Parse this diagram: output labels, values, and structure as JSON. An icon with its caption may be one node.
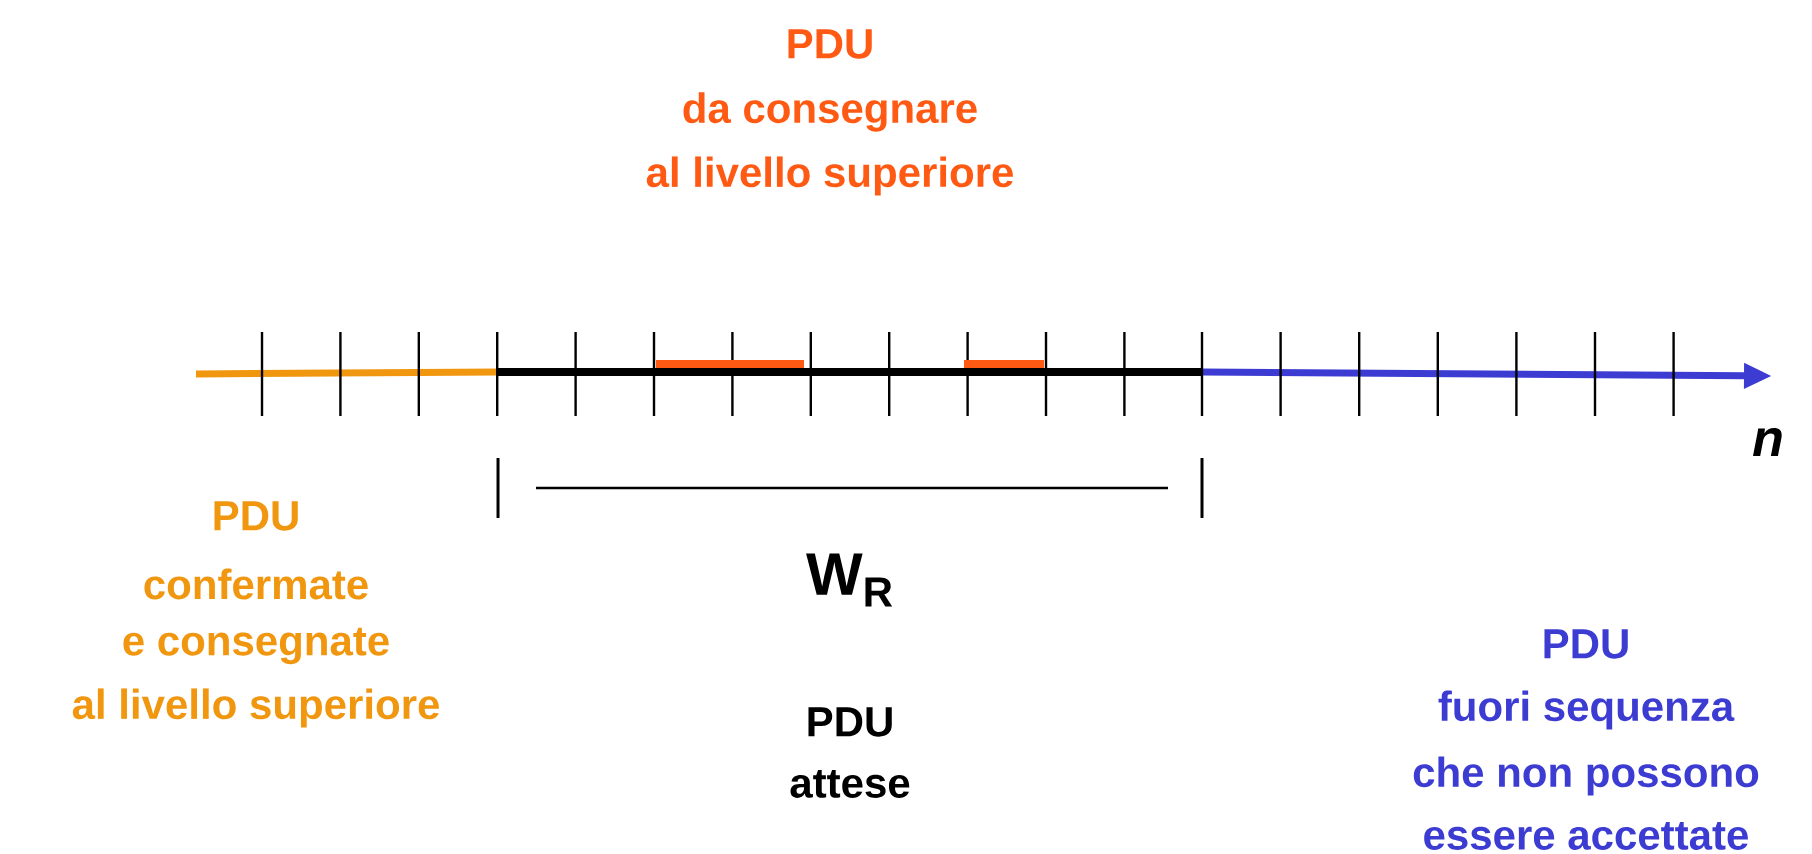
{
  "diagram": {
    "labels": [
      "PDU",
      "da consegnare",
      "al livello superiore",
      "n",
      "PDU",
      "confermate",
      "e consegnate",
      "al livello superiore",
      "W$_{R}$",
      "PDU",
      "fuori sequenza",
      "che non possono",
      "essere accettate",
      "PDU",
      "attese"
    ]
  }
}
